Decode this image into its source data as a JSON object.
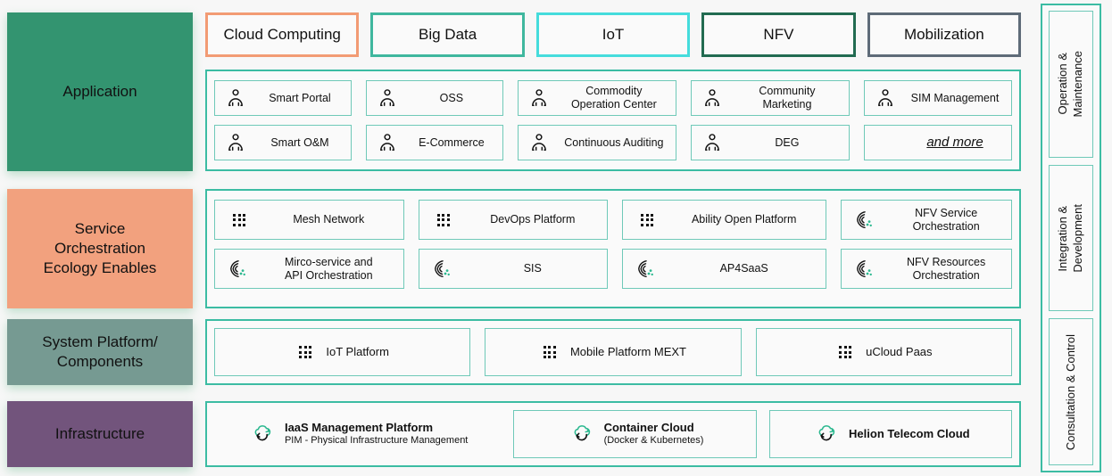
{
  "layers": [
    {
      "id": "application",
      "label": "Application",
      "color": "#339470"
    },
    {
      "id": "service-orchestration",
      "label": "Service\nOrchestration\nEcology Enables",
      "color": "#F2A17E"
    },
    {
      "id": "system-platform",
      "label": "System Platform/\nComponents",
      "color": "#769A92"
    },
    {
      "id": "infrastructure",
      "label": "Infrastructure",
      "color": "#72547C"
    }
  ],
  "tabs": [
    {
      "label": "Cloud Computing",
      "color": "#F29B74"
    },
    {
      "label": "Big Data",
      "color": "#3FB79E"
    },
    {
      "label": "IoT",
      "color": "#45DCDC"
    },
    {
      "label": "NFV",
      "color": "#226B51"
    },
    {
      "label": "Mobilization",
      "color": "#5E6B78"
    }
  ],
  "application_items": [
    {
      "label": "Smart Portal",
      "icon": "person-icon"
    },
    {
      "label": "OSS",
      "icon": "person-icon"
    },
    {
      "label": "Commodity\nOperation Center",
      "icon": "person-icon"
    },
    {
      "label": "Community\nMarketing",
      "icon": "person-icon"
    },
    {
      "label": "SIM Management",
      "icon": "person-icon"
    },
    {
      "label": "Smart O&M",
      "icon": "person-icon"
    },
    {
      "label": "E-Commerce",
      "icon": "person-icon"
    },
    {
      "label": "Continuous Auditing",
      "icon": "person-icon"
    },
    {
      "label": "DEG",
      "icon": "person-icon"
    },
    {
      "label": "and more",
      "icon": "none",
      "style": "italic-underline"
    }
  ],
  "service_items": [
    {
      "label": "Mesh Network",
      "icon": "dot-grid-icon"
    },
    {
      "label": "DevOps Platform",
      "icon": "dot-grid-icon"
    },
    {
      "label": "Ability Open Platform",
      "icon": "dot-grid-icon"
    },
    {
      "label": "NFV Service\nOrchestration",
      "icon": "orchestration-icon"
    },
    {
      "label": "Mirco-service and\nAPI Orchestration",
      "icon": "orchestration-icon"
    },
    {
      "label": "SIS",
      "icon": "orchestration-icon"
    },
    {
      "label": "AP4SaaS",
      "icon": "orchestration-icon"
    },
    {
      "label": "NFV Resources\nOrchestration",
      "icon": "orchestration-icon"
    }
  ],
  "system_items": [
    {
      "label": "IoT Platform",
      "icon": "dot-grid-icon"
    },
    {
      "label": "Mobile Platform MEXT",
      "icon": "dot-grid-icon"
    },
    {
      "label": "uCloud Paas",
      "icon": "dot-grid-icon"
    }
  ],
  "infrastructure_items": [
    {
      "title": "IaaS Management Platform",
      "subtitle": "PIM - Physical Infrastructure Management",
      "icon": "cloud-sync-icon",
      "boxed": false
    },
    {
      "title": "Container Cloud",
      "subtitle": "(Docker & Kubernetes)",
      "icon": "cloud-sync-icon",
      "boxed": true
    },
    {
      "title": "Helion Telecom Cloud",
      "subtitle": "",
      "icon": "cloud-sync-icon",
      "boxed": true
    }
  ],
  "rail_items": [
    {
      "label": "Operation &\nMaintenance"
    },
    {
      "label": "Integration &\nDevelopment"
    },
    {
      "label": "Consultation & Control"
    }
  ],
  "theme": {
    "panel_border": "#3CBCA3",
    "card_border": "#6FC9B8",
    "panel_bg": "#fafafa",
    "page_bg": "#f7f7f7",
    "icon_accent": "#2BB88F"
  }
}
